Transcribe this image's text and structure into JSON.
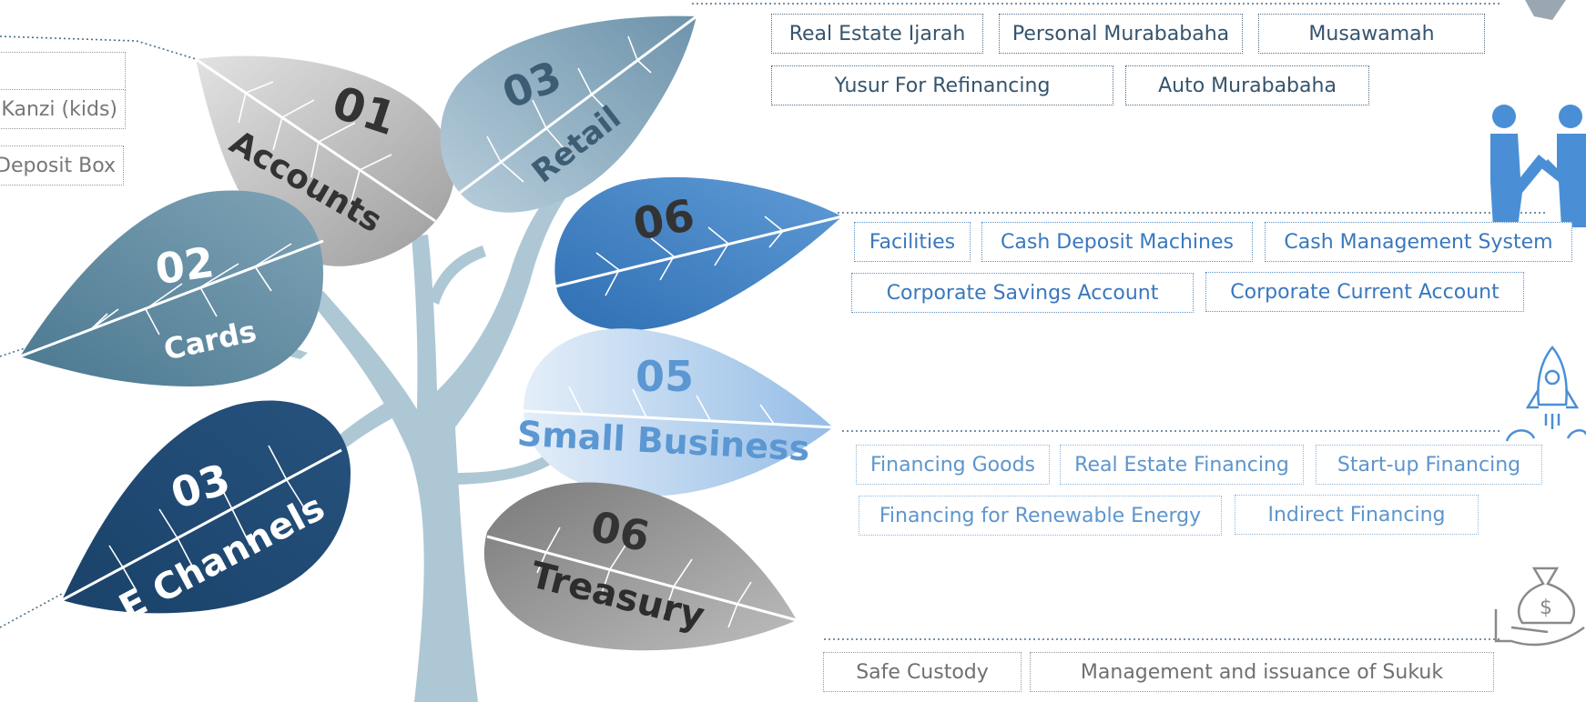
{
  "leaves": [
    {
      "id": "accounts",
      "number": "01",
      "label": "Accounts"
    },
    {
      "id": "cards",
      "number": "02",
      "label": "Cards"
    },
    {
      "id": "retail",
      "number": "03",
      "label": "Retail"
    },
    {
      "id": "echannels",
      "number": "03",
      "label": "E Channels"
    },
    {
      "id": "corporate",
      "number": "06",
      "label": ""
    },
    {
      "id": "small-business",
      "number": "05",
      "label": "Small Business"
    },
    {
      "id": "treasury",
      "number": "06",
      "label": "Treasury"
    }
  ],
  "accounts_items": [
    "",
    "Kanzi (kids)",
    "Safe Deposit Box"
  ],
  "retail_items": [
    "Real Estate Ijarah",
    "Personal Murababaha",
    "Musawamah",
    "Yusur For Refinancing",
    "Auto Murababaha"
  ],
  "corporate_items": [
    "Facilities",
    "Cash Deposit Machines",
    "Cash Management System",
    "Corporate Savings Account",
    "Corporate Current Account"
  ],
  "small_business_items": [
    "Financing Goods",
    "Real Estate Financing",
    "Start-up Financing",
    "Financing for Renewable Energy",
    "Indirect Financing"
  ],
  "treasury_items": [
    "Safe Custody",
    "Management and issuance of Sukuk"
  ],
  "icons": [
    "handshake-icon",
    "rocket-icon",
    "money-bag-hand-icon"
  ],
  "colors": {
    "tree": "#aec7d5",
    "accounts": "#a9a9a9",
    "cards": "#5f8aa0",
    "retail": "#8fb0c3",
    "echannels": "#1e4a72",
    "corporate": "#3b7bc1",
    "small_business": "#b9d4ef",
    "treasury": "#8c8c8c"
  }
}
